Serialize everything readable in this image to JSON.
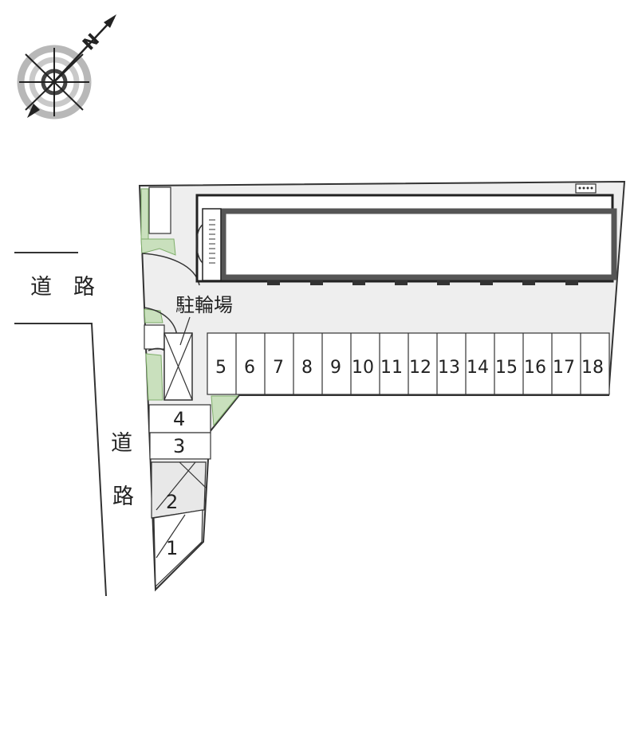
{
  "compass": {
    "north_label": "N"
  },
  "roads": {
    "top_label": "道　路",
    "left_label_chars": [
      "道",
      "路"
    ]
  },
  "bicycle_parking": {
    "label": "駐輪場"
  },
  "parking_spaces": [
    "1",
    "2",
    "3",
    "4",
    "5",
    "6",
    "7",
    "8",
    "9",
    "10",
    "11",
    "12",
    "13",
    "14",
    "15",
    "16",
    "17",
    "18"
  ],
  "colors": {
    "lot_fill": "#eeeeee",
    "building_outline": "#555555",
    "greenery": "#c9e0bd",
    "line": "#333333"
  }
}
